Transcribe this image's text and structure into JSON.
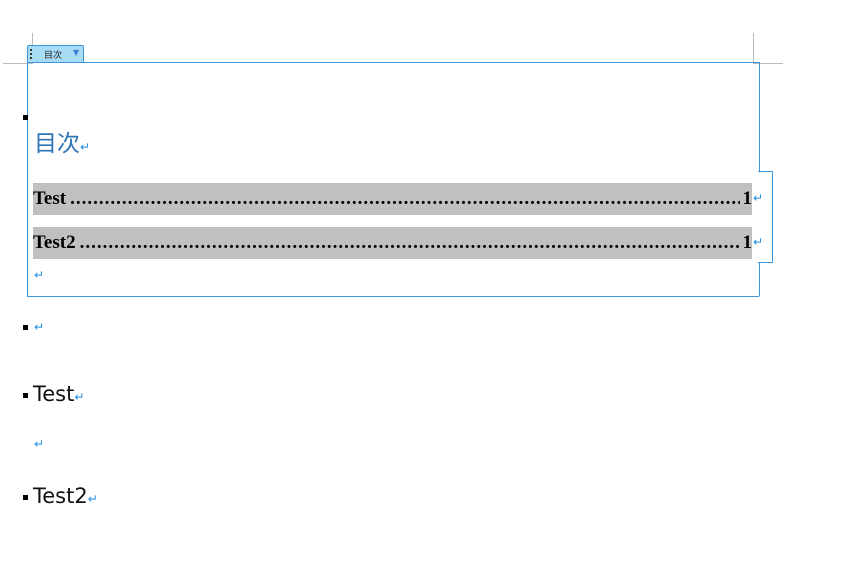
{
  "content_control": {
    "tab_label": "目次",
    "dropdown_icon": "triangle-down"
  },
  "toc": {
    "title": "目次",
    "entries": [
      {
        "text": "Test",
        "page": "1"
      },
      {
        "text": "Test2",
        "page": "1"
      }
    ]
  },
  "body": {
    "headings": [
      "Test",
      "Test2"
    ]
  },
  "marks": {
    "return": "↵",
    "dots": "........................................................................................................................................................"
  },
  "colors": {
    "accent": "#3c96dc",
    "toc_title": "#2e74b5",
    "field_shading": "#c0c0c0"
  }
}
